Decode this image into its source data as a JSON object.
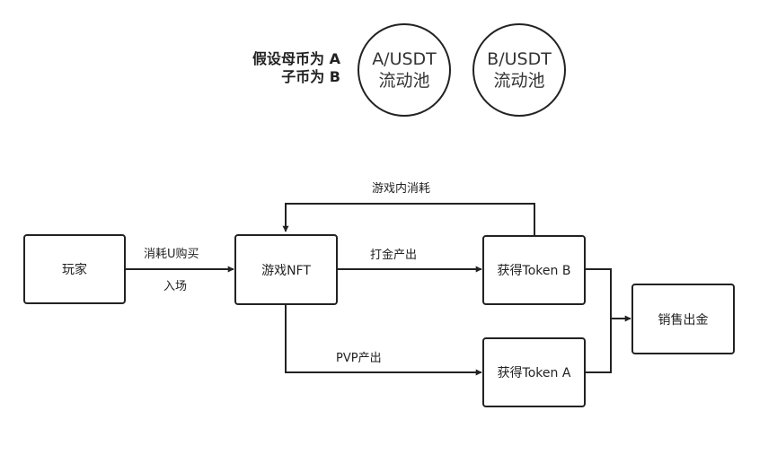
{
  "assumption": {
    "line1": "假设母币为 A",
    "line2": "子币为 B"
  },
  "pools": [
    {
      "pair": "A/USDT",
      "label": "流动池"
    },
    {
      "pair": "B/USDT",
      "label": "流动池"
    }
  ],
  "nodes": {
    "player": "玩家",
    "game_nft": "游戏NFT",
    "token_b": "获得Token B",
    "token_a": "获得Token A",
    "sell": "销售出金"
  },
  "edges": {
    "consume_u_line1": "消耗U购买",
    "consume_u_line2": "入场",
    "farm_gold": "打金产出",
    "pvp": "PVP产出",
    "in_game_consume": "游戏内消耗"
  },
  "colors": {
    "stroke": "#222222",
    "background": "#ffffff"
  }
}
